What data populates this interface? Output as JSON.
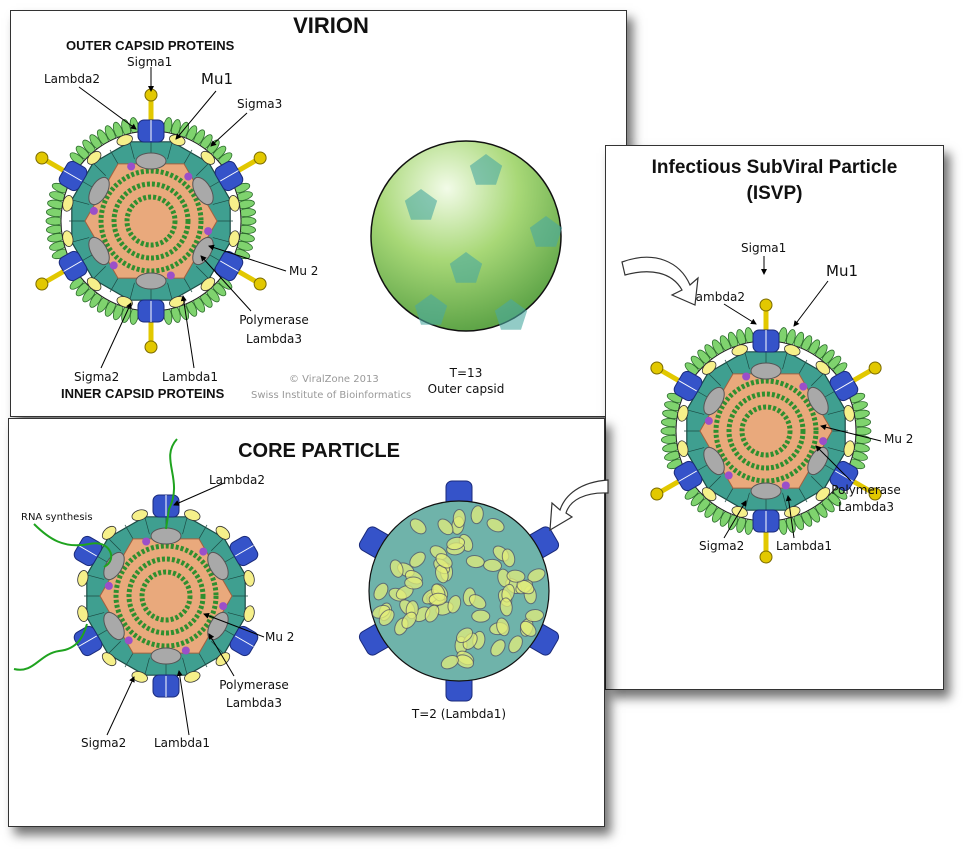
{
  "virion": {
    "title": "VIRION",
    "outer_heading": "OUTER CAPSID PROTEINS",
    "inner_heading": "INNER CAPSID PROTEINS",
    "labels": {
      "sigma1": "Sigma1",
      "lambda2": "Lambda2",
      "mu1": "Mu1",
      "sigma3": "Sigma3",
      "mu2": "Mu 2",
      "polymerase": "Polymerase",
      "lambda3": "Lambda3",
      "sigma2": "Sigma2",
      "lambda1": "Lambda1"
    },
    "sphere_t": "T=13",
    "sphere_label": "Outer capsid",
    "copyright": "© ViralZone 2013",
    "institute": "Swiss Institute of Bioinformatics"
  },
  "isvp": {
    "title_line1": "Infectious SubViral Particle",
    "title_line2": "(ISVP)",
    "labels": {
      "sigma1": "Sigma1",
      "lambda2": "Lambda2",
      "mu1": "Mu1",
      "mu2": "Mu 2",
      "polymerase": "Polymerase",
      "lambda3": "Lambda3",
      "sigma2": "Sigma2",
      "lambda1": "Lambda1"
    }
  },
  "core": {
    "title": "CORE PARTICLE",
    "labels": {
      "lambda2": "Lambda2",
      "rna": "RNA synthesis",
      "mu2": "Mu 2",
      "polymerase": "Polymerase",
      "lambda3": "Lambda3",
      "sigma2": "Sigma2",
      "lambda1": "Lambda1"
    },
    "sphere_label": "T=2 (Lambda1)"
  },
  "colors": {
    "mu1": "#7fd36e",
    "teal": "#3f9f90",
    "tan": "#e9a97c",
    "blue": "#3553c9",
    "yellow": "#f6f08a",
    "sigma1": "#e2c800",
    "grey": "#a9a9a9",
    "purple": "#9b4fc9",
    "dna": "#2f8f2f"
  }
}
